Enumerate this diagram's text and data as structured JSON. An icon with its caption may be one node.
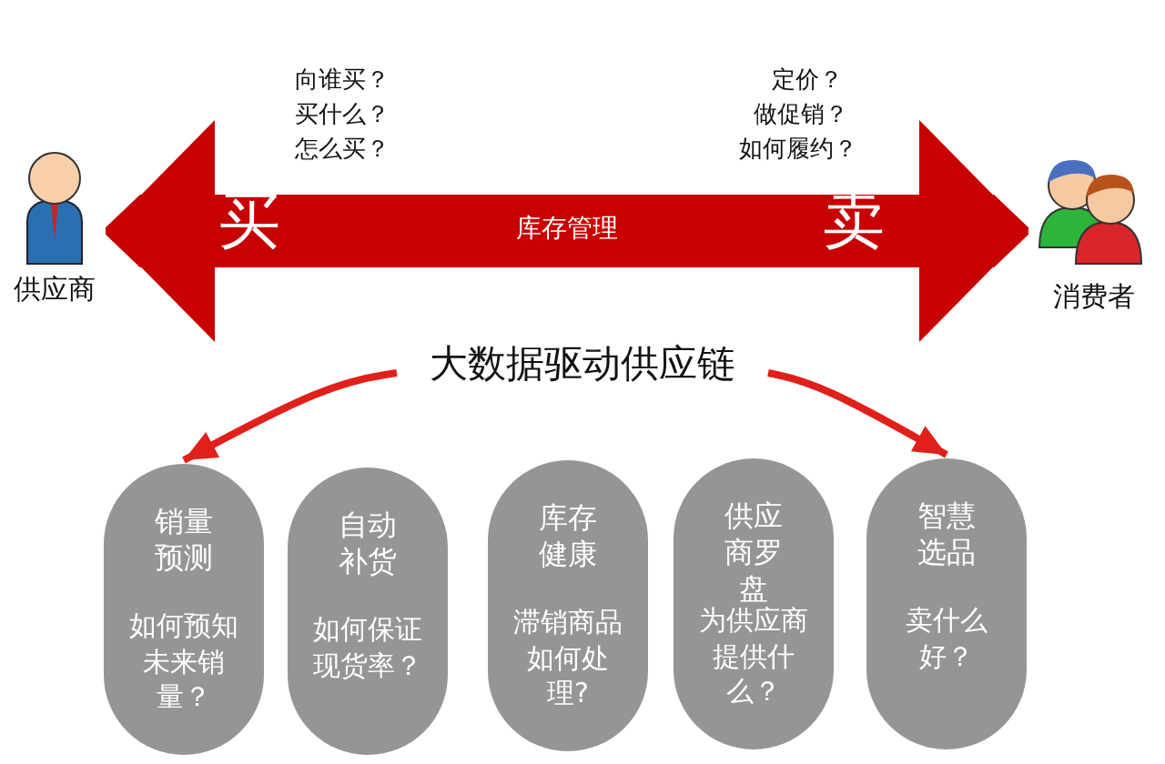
{
  "diagram": {
    "nodes": [
      {
        "text": [
          "供应商"
        ]
      },
      {
        "text": [
          "消费者"
        ]
      },
      {
        "text": [
          "大数据驱动供应链"
        ]
      },
      {
        "text": [
          "销量预测",
          "如何预知未来销量？"
        ]
      },
      {
        "text": [
          "自动补货",
          "如何保证现货率？"
        ]
      },
      {
        "text": [
          "库存健康",
          "滞销商品如何处理?"
        ]
      },
      {
        "text": [
          "供应商罗盘",
          "为供应商提供什么？"
        ]
      },
      {
        "text": [
          "智慧选品",
          "卖什么好？"
        ]
      }
    ],
    "edges": [
      {
        "from": 0,
        "to": 1,
        "arrow": "both",
        "style": "thick",
        "label": "库存管理"
      },
      {
        "from": 2,
        "to": 3,
        "arrow": "to"
      },
      {
        "from": 2,
        "to": 7,
        "arrow": "to"
      }
    ],
    "labels": [
      "向谁买？",
      "买什么？",
      "怎么买？",
      "定价？",
      "做促销？",
      "如何履约？",
      "买",
      "卖"
    ]
  }
}
